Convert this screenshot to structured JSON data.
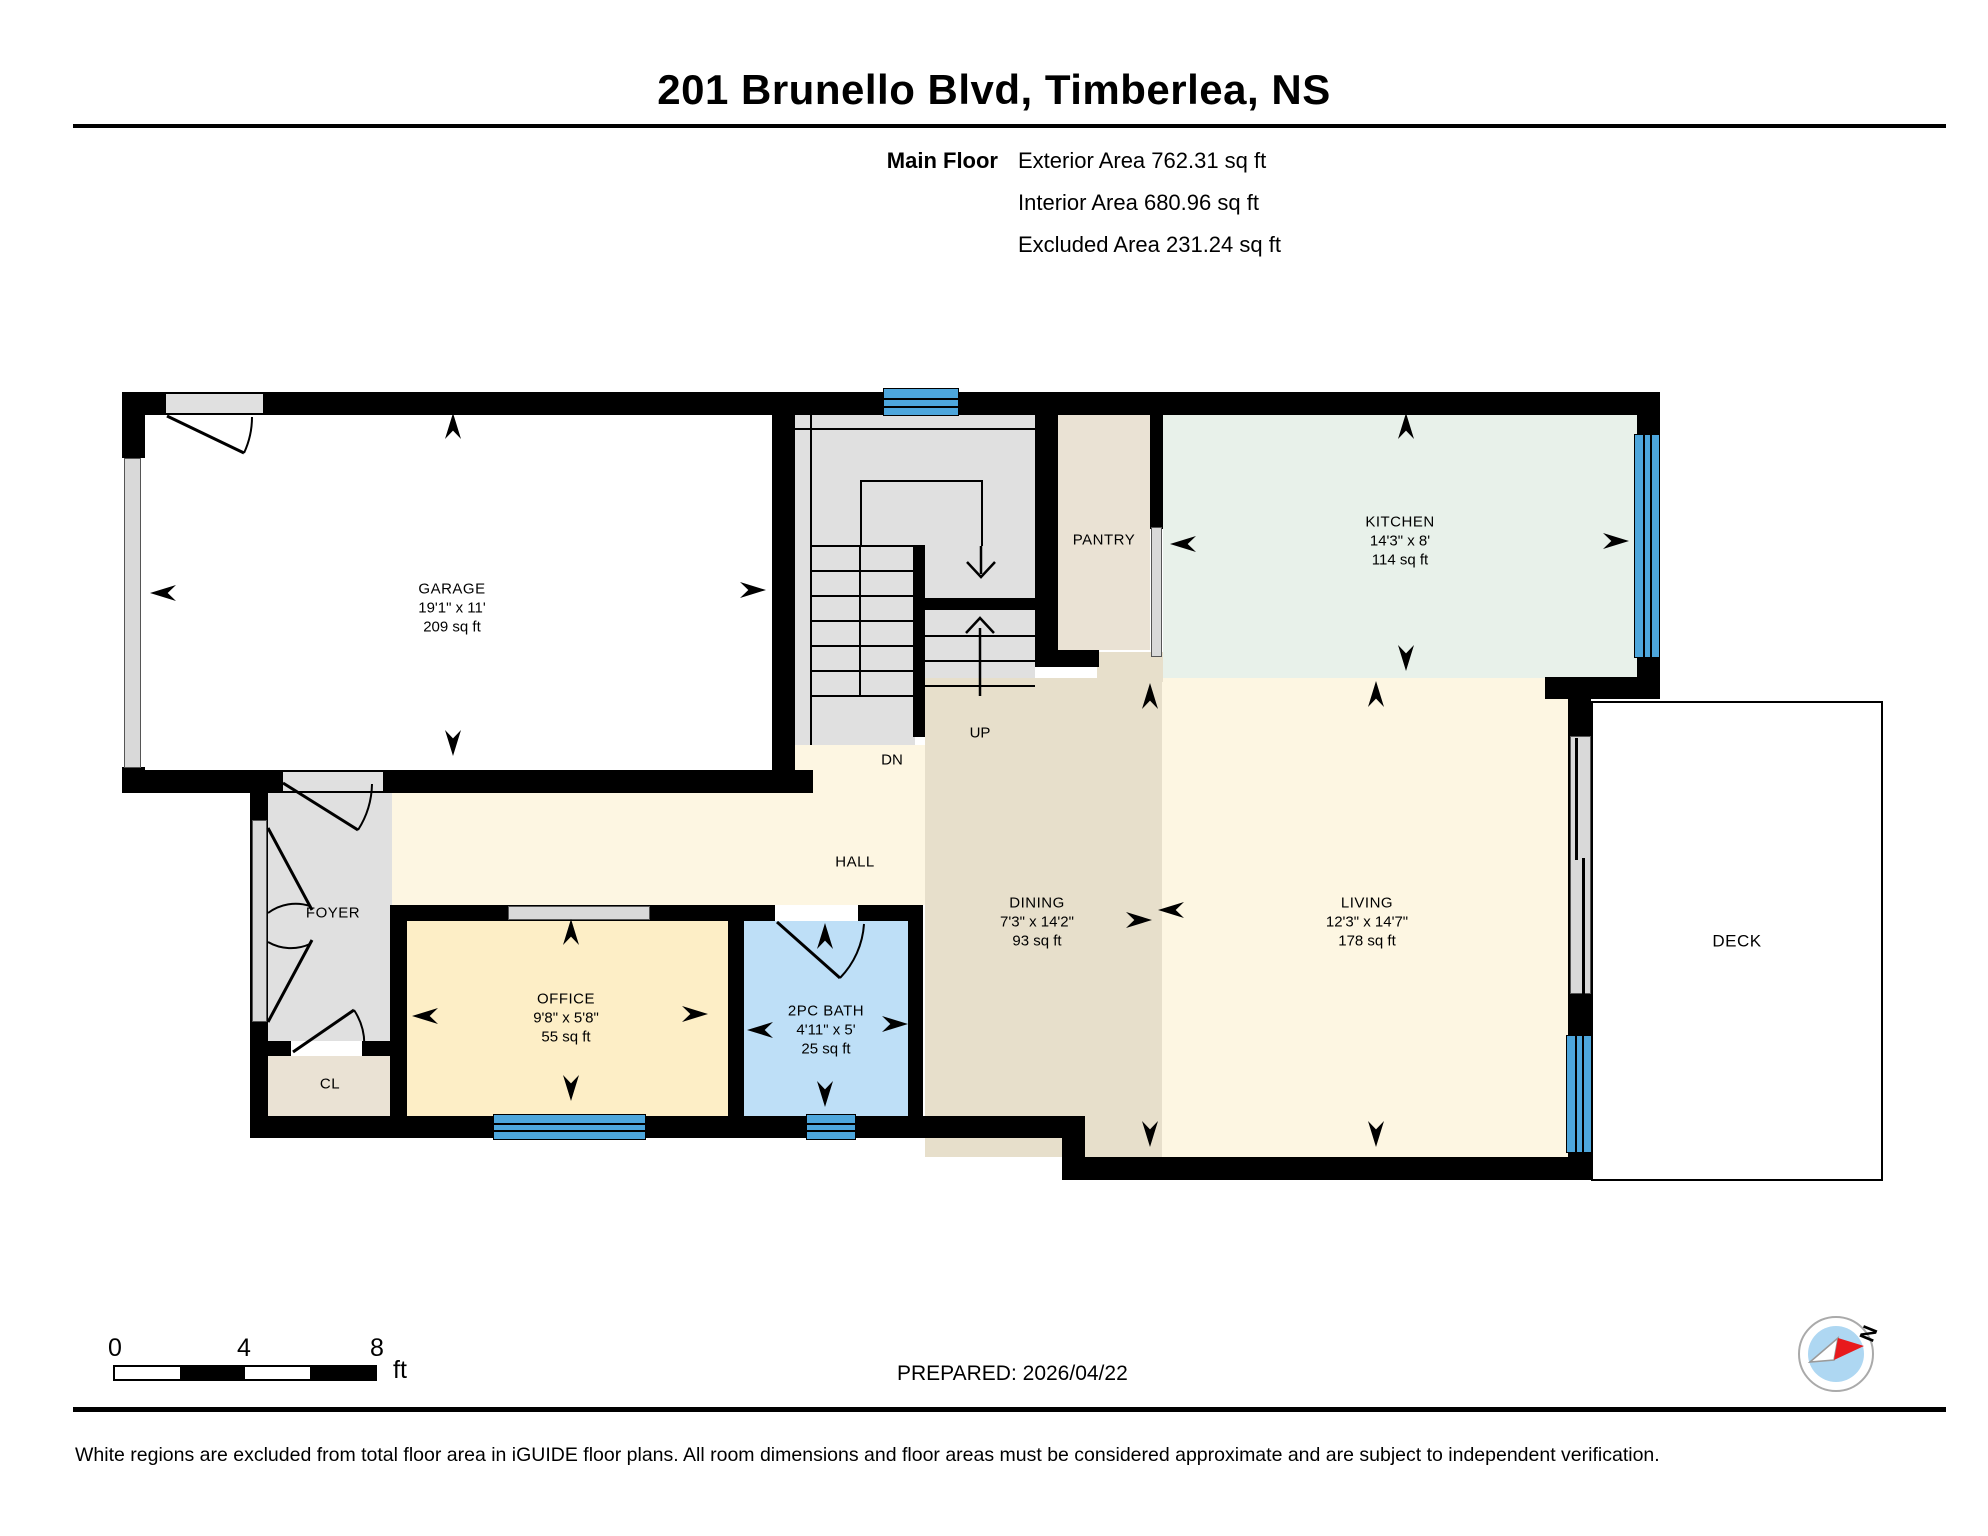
{
  "header": {
    "address": "201 Brunello Blvd, Timberlea, NS",
    "floor_label": "Main Floor",
    "stats": {
      "exterior": "Exterior Area 762.31 sq ft",
      "interior": "Interior Area 680.96 sq ft",
      "excluded": "Excluded Area 231.24 sq ft"
    }
  },
  "rooms": {
    "garage": {
      "name": "GARAGE",
      "dims": "19'1\" x 11'",
      "area": "209 sq ft"
    },
    "kitchen": {
      "name": "KITCHEN",
      "dims": "14'3\" x 8'",
      "area": "114 sq ft"
    },
    "pantry": {
      "name": "PANTRY"
    },
    "dining": {
      "name": "DINING",
      "dims": "7'3\" x 14'2\"",
      "area": "93 sq ft"
    },
    "living": {
      "name": "LIVING",
      "dims": "12'3\" x 14'7\"",
      "area": "178 sq ft"
    },
    "office": {
      "name": "OFFICE",
      "dims": "9'8\" x 5'8\"",
      "area": "55 sq ft"
    },
    "bath": {
      "name": "2PC BATH",
      "dims": "4'11\" x 5'",
      "area": "25 sq ft"
    },
    "hall": {
      "name": "HALL"
    },
    "foyer": {
      "name": "FOYER"
    },
    "closet": {
      "name": "CL"
    },
    "deck": {
      "name": "DECK"
    },
    "stairs": {
      "up": "UP",
      "down": "DN"
    }
  },
  "scale_bar": {
    "tick0": "0",
    "tick1": "4",
    "tick2": "8",
    "unit": "ft"
  },
  "footer": {
    "prepared": "PREPARED: 2026/04/22",
    "compass_north": "N",
    "disclaimer": "White regions are excluded from total floor area in iGUIDE floor plans. All room dimensions and floor areas must be considered approximate and are subject to independent verification."
  },
  "colors": {
    "wall": "#000000",
    "window_blue": "#4da6dc",
    "stair_gray": "#e0e0e0",
    "hall_living_cream": "#fdf6e2",
    "dining_beige": "#e7dfcb",
    "pantry_beige": "#eae2d4",
    "kitchen_mint": "#e8f1ea",
    "office_yellow": "#fdeec6",
    "bath_blue": "#bedff7",
    "excluded_white": "#ffffff",
    "compass_red": "#e8191c",
    "compass_blue": "#aed7f2"
  }
}
